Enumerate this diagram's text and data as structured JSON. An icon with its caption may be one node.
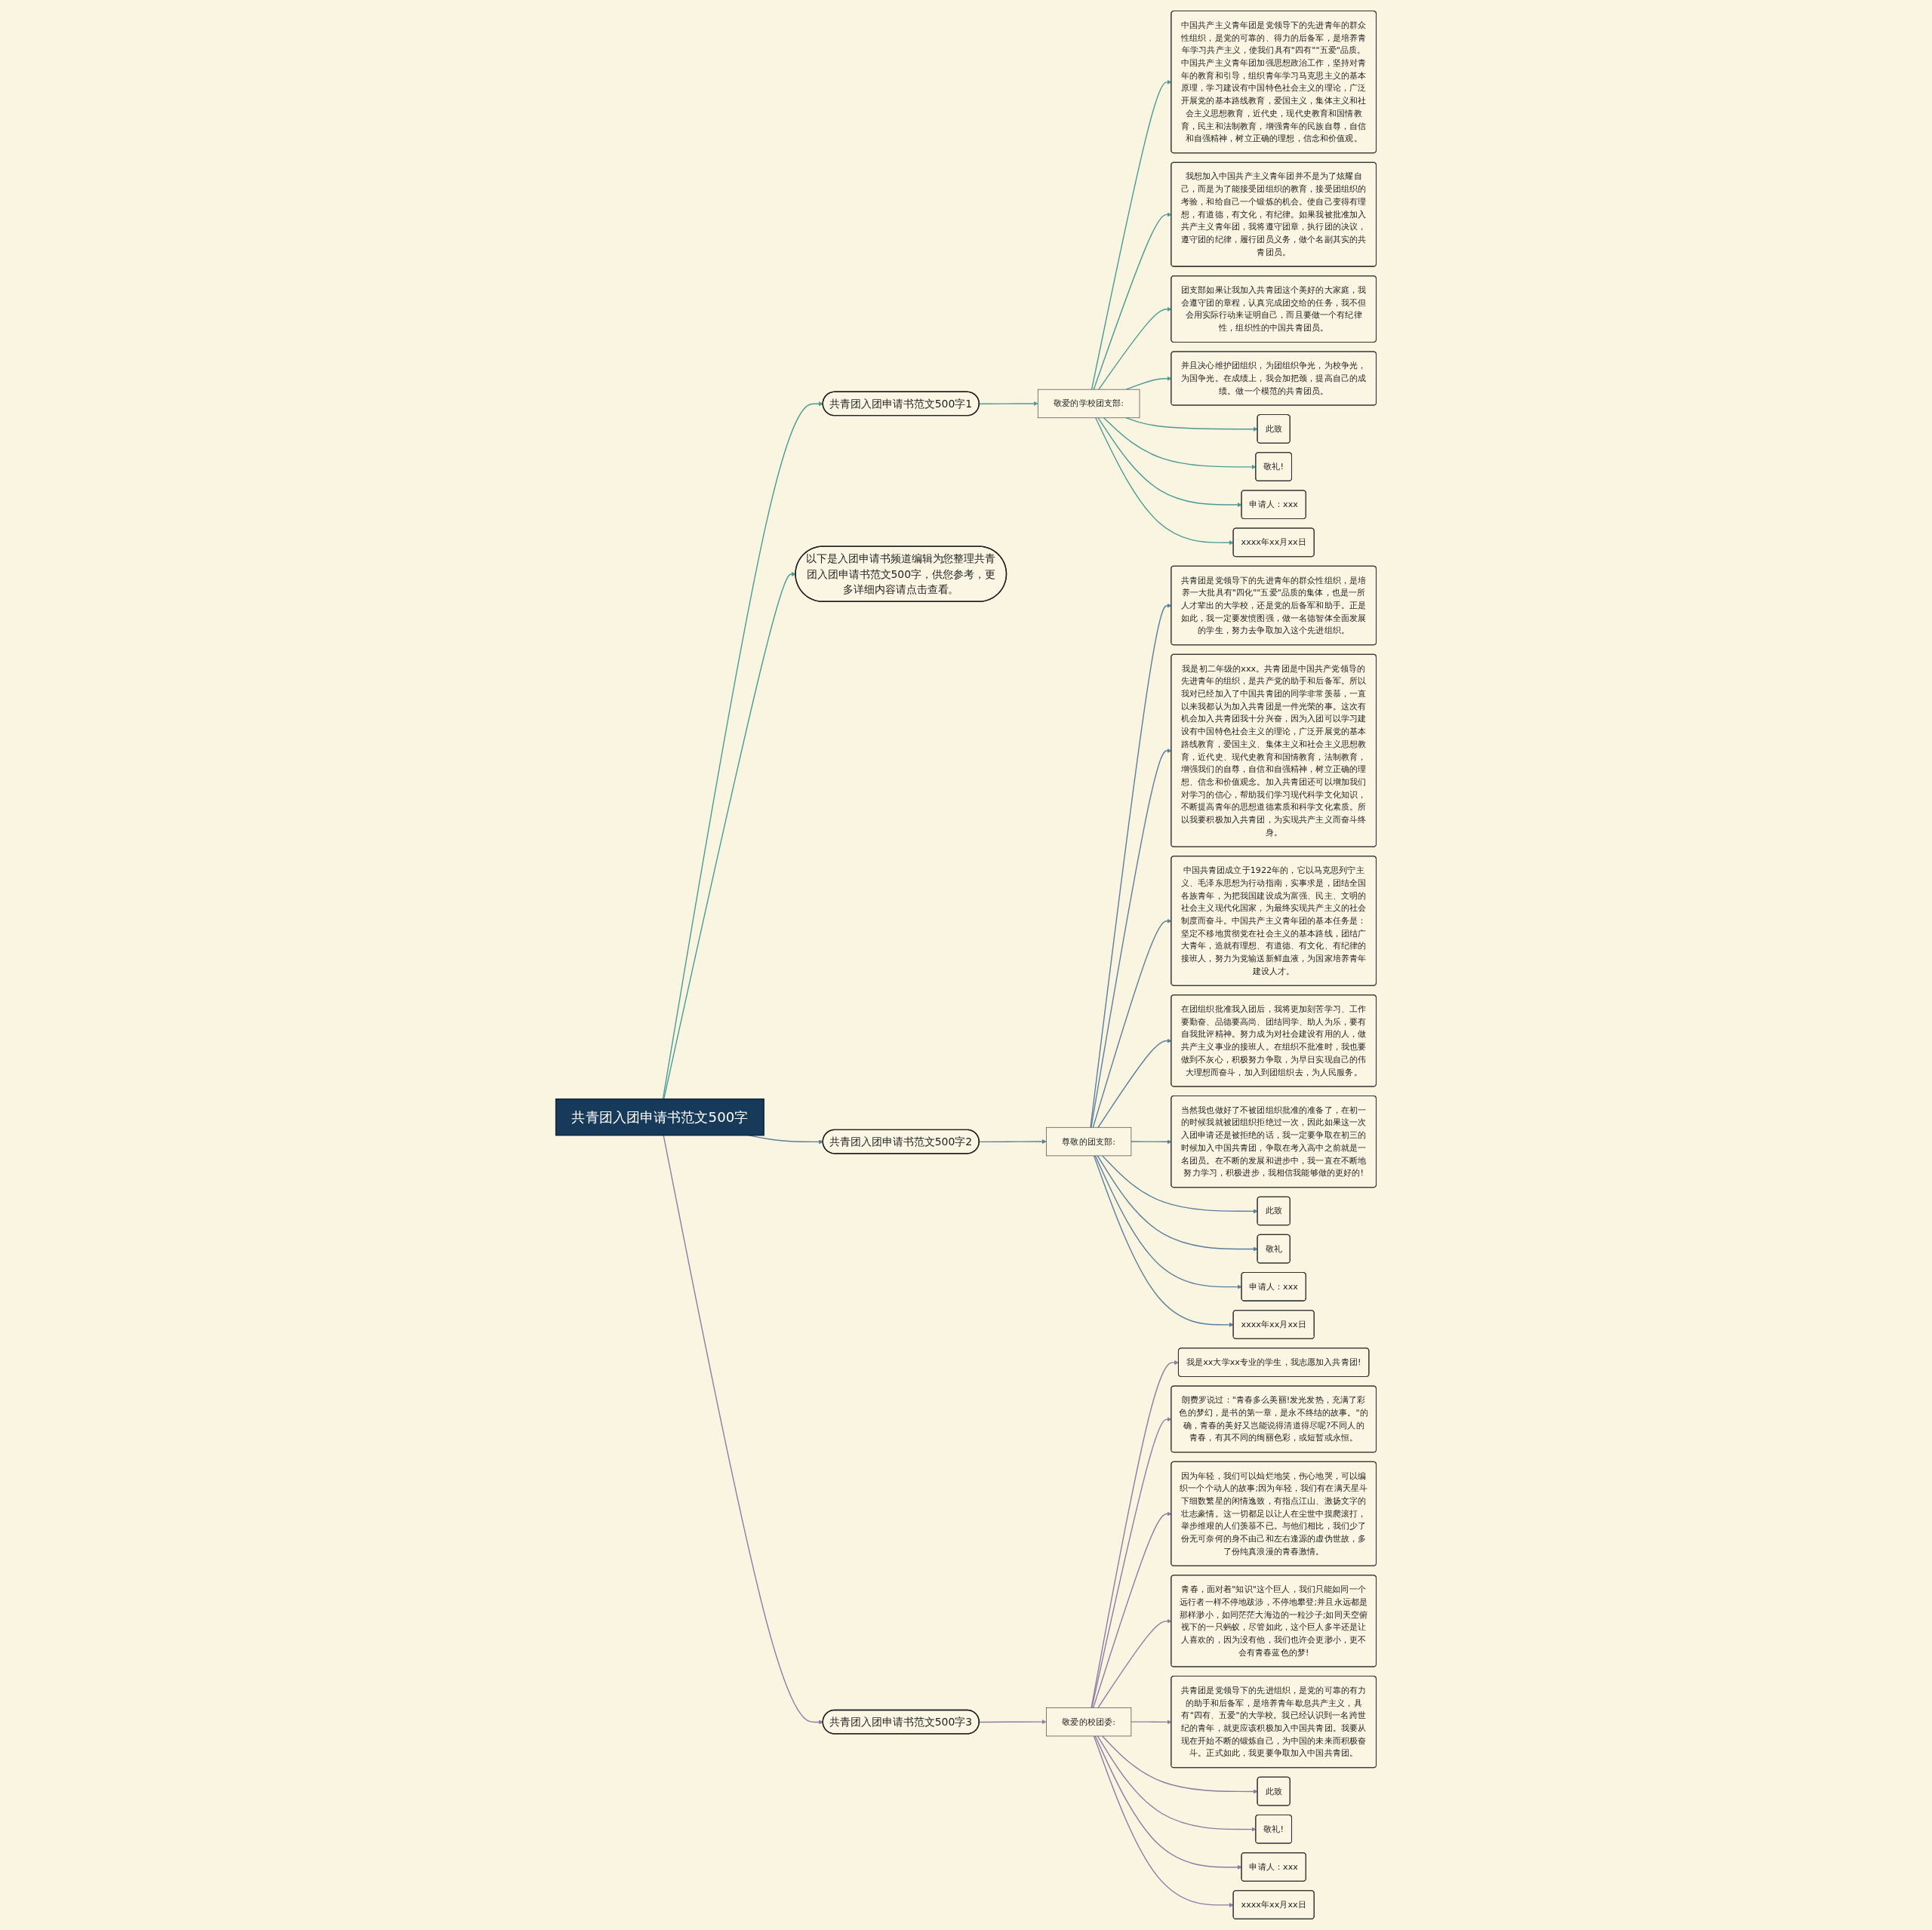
{
  "diagram": {
    "nodes": [
      {
        "text": [
          "共青团入团申请书范文500字"
        ]
      },
      {
        "text": [
          "共青团入团申请书范文500字1"
        ]
      },
      {
        "text": [
          "敬爱的学校团支部:"
        ]
      },
      {
        "text": [
          "中国共产主义青年团是党领导下的先进青年的群众性组织，是党的可靠的、得力的后备军，是培养青年学习共产主义，使我们具有\"四有\"\"五爱\"品质。中国共产主义青年团加强思想政治工作，坚持对青年的教育和引导，组织青年学习马克思主义的基本原理，学习建设有中国特色社会主义的理论，广泛开展党的基本路线教育，爱国主义，集体主义和社会主义思想教育，近代史，现代史教育和国情教育，民主和法制教育，增强青年的民族自尊，自信和自强精神，树立正确的理想，信念和价值观。"
        ]
      },
      {
        "text": [
          "我想加入中国共产主义青年团并不是为了炫耀自己，而是为了能接受团组织的教育，接受团组织的考验，和给自己一个锻炼的机会。使自己变得有理想，有道德，有文化，有纪律。如果我被批准加入共产主义青年团，我将遵守团章，执行团的决议，遵守团的纪律，履行团员义务，做个名副其实的共青团员。"
        ]
      },
      {
        "text": [
          "团支部如果让我加入共青团这个美好的大家庭，我会遵守团的章程，认真完成团交给的任务，我不但会用实际行动来证明自己，而且要做一个有纪律性，组织性的中国共青团员。"
        ]
      },
      {
        "text": [
          "并且决心维护团组织，为团组织争光，为校争光，为国争光。在成绩上，我会加把颈，提高自己的成绩。做一个模范的共青团员。"
        ]
      },
      {
        "text": [
          "此致"
        ]
      },
      {
        "text": [
          "敬礼!"
        ]
      },
      {
        "text": [
          "申请人：xxx"
        ]
      },
      {
        "text": [
          "xxxx年xx月xx日"
        ]
      },
      {
        "text": [
          "以下是入团申请书频道编辑为您整理共青团入团申请书范文500字，供您参考，更多详细内容请点击查看。"
        ]
      },
      {
        "text": [
          "共青团入团申请书范文500字2"
        ]
      },
      {
        "text": [
          "尊敬的团支部:"
        ]
      },
      {
        "text": [
          "共青团是党领导下的先进青年的群众性组织，是培养一大批具有\"四化\"\"五爱\"品质的集体，也是一所人才辈出的大学校，还是党的后备军和助手。正是如此，我一定要发愤图强，做一名德智体全面发展的学生，努力去争取加入这个先进组织。"
        ]
      },
      {
        "text": [
          "我是初二年级的xxx。共青团是中国共产党领导的先进青年的组织，是共产党的助手和后备军。所以我对已经加入了中国共青团的同学非常羡慕，一直以来我都认为加入共青团是一件光荣的事。这次有机会加入共青团我十分兴奋，因为入团可以学习建设有中国特色社会主义的理论，广泛开展党的基本路线教育，爱国主义、集体主义和社会主义思想教育，近代史、现代史教育和国情教育，法制教育，增强我们的自尊，自信和自强精神，树立正确的理想、信念和价值观念。加入共青团还可以增加我们对学习的信心，帮助我们学习现代科学文化知识，不断提高青年的思想道德素质和科学文化素质。所以我要积极加入共青团，为实现共产主义而奋斗终身。"
        ]
      },
      {
        "text": [
          "中国共青团成立于1922年的，它以马克思列宁主义、毛泽东思想为行动指南，实事求是，团结全国各族青年，为把我国建设成为富强、民主、文明的社会主义现代化国家，为最终实现共产主义的社会制度而奋斗。中国共产主义青年团的基本任务是：坚定不移地贯彻党在社会主义的基本路线，团结广大青年，造就有理想、有道德、有文化、有纪律的接班人，努力为党输送新鲜血液，为国家培养青年建设人才。"
        ]
      },
      {
        "text": [
          "在团组织批准我入团后，我将更加刻苦学习、工作要勤奋、品德要高尚、团结同学、助人为乐，要有自我批评精神。努力成为对社会建设有用的人，做共产主义事业的接班人。在组织不批准时，我也要做到不灰心，积极努力争取，为早日实现自己的伟大理想而奋斗，加入到团组织去，为人民服务。"
        ]
      },
      {
        "text": [
          "当然我也做好了不被团组织批准的准备了，在初一的时候我就被团组织拒绝过一次，因此如果这一次入团申请还是被拒绝的话，我一定要争取在初三的时候加入中国共青团，争取在考入高中之前就是一名团员。在不断的发展和进步中，我一直在不断地努力学习，积极进步，我相信我能够做的更好的!"
        ]
      },
      {
        "text": [
          "此致"
        ]
      },
      {
        "text": [
          "敬礼"
        ]
      },
      {
        "text": [
          "申请人：xxx"
        ]
      },
      {
        "text": [
          "xxxx年xx月xx日"
        ]
      },
      {
        "text": [
          "共青团入团申请书范文500字3"
        ]
      },
      {
        "text": [
          "敬爱的校团委:"
        ]
      },
      {
        "text": [
          "我是xx大学xx专业的学生，我志愿加入共青团!"
        ]
      },
      {
        "text": [
          "朗费罗说过：\"青春多么美丽!发光发热，充满了彩色的梦幻，是书的第一章，是永不终结的故事。\"的确，青春的美好又岂能说得清道得尽呢?不同人的青春，有其不同的绚丽色彩，或短暂或永恒。"
        ]
      },
      {
        "text": [
          "因为年轻，我们可以灿烂地笑，伤心地哭，可以编织一个个动人的故事;因为年轻，我们有在满天星斗下细数繁星的闲情逸致，有指点江山、激扬文字的壮志豪情。这一切都足以让人在尘世中摸爬滚打，举步维艰的人们羡慕不已。与他们相比，我们少了份无可奈何的身不由己和左右逢源的虚伪世故，多了份纯真浪漫的青春激情。"
        ]
      },
      {
        "text": [
          "青春，面对着\"知识\"这个巨人，我们只能如同一个远行者一样不停地跋涉，不停地攀登;并且永远都是那样渺小，如同茫茫大海边的一粒沙子;如同天空俯视下的一只蚂蚁，尽管如此，这个巨人多半还是让人喜欢的，因为没有他，我们也许会更渺小，更不会有青春蓝色的梦!"
        ]
      },
      {
        "text": [
          "共青团是党领导下的先进组织，是党的可靠的有力的助手和后备军，是培养青年歇息共产主义，具有\"四有、五爱\"的大学校。我已经认识到一名跨世纪的青年，就更应该积极加入中国共青团。我要从现在开始不断的锻炼自己，为中国的未来而积极奋斗。正式如此，我更要争取加入中国共青团。"
        ]
      },
      {
        "text": [
          "此致"
        ]
      },
      {
        "text": [
          "敬礼!"
        ]
      },
      {
        "text": [
          "申请人：xxx"
        ]
      },
      {
        "text": [
          "xxxx年xx月xx日"
        ]
      }
    ],
    "edges": [
      {
        "from": 0,
        "to": 1,
        "arrow": "to",
        "color": "#4a9a96"
      },
      {
        "from": 1,
        "to": 2,
        "arrow": "to",
        "color": "#4a9a96"
      },
      {
        "from": 2,
        "to": 3,
        "arrow": "to",
        "color": "#4a9a96"
      },
      {
        "from": 2,
        "to": 4,
        "arrow": "to",
        "color": "#4a9a96"
      },
      {
        "from": 2,
        "to": 5,
        "arrow": "to",
        "color": "#4a9a96"
      },
      {
        "from": 2,
        "to": 6,
        "arrow": "to",
        "color": "#4a9a96"
      },
      {
        "from": 2,
        "to": 7,
        "arrow": "to",
        "color": "#4a9a96"
      },
      {
        "from": 2,
        "to": 8,
        "arrow": "to",
        "color": "#4a9a96"
      },
      {
        "from": 2,
        "to": 9,
        "arrow": "to",
        "color": "#4a9a96"
      },
      {
        "from": 2,
        "to": 10,
        "arrow": "to",
        "color": "#4a9a96"
      },
      {
        "from": 0,
        "to": 11,
        "arrow": "to",
        "color": "#4a9a96"
      },
      {
        "from": 0,
        "to": 12,
        "arrow": "to",
        "color": "#5a7f9e"
      },
      {
        "from": 12,
        "to": 13,
        "arrow": "to",
        "color": "#5a7f9e"
      },
      {
        "from": 13,
        "to": 14,
        "arrow": "to",
        "color": "#5a7f9e"
      },
      {
        "from": 13,
        "to": 15,
        "arrow": "to",
        "color": "#5a7f9e"
      },
      {
        "from": 13,
        "to": 16,
        "arrow": "to",
        "color": "#5a7f9e"
      },
      {
        "from": 13,
        "to": 17,
        "arrow": "to",
        "color": "#5a7f9e"
      },
      {
        "from": 13,
        "to": 18,
        "arrow": "to",
        "color": "#5a7f9e"
      },
      {
        "from": 13,
        "to": 19,
        "arrow": "to",
        "color": "#5a7f9e"
      },
      {
        "from": 13,
        "to": 20,
        "arrow": "to",
        "color": "#5a7f9e"
      },
      {
        "from": 13,
        "to": 21,
        "arrow": "to",
        "color": "#5a7f9e"
      },
      {
        "from": 13,
        "to": 22,
        "arrow": "to",
        "color": "#5a7f9e"
      },
      {
        "from": 0,
        "to": 23,
        "arrow": "to",
        "color": "#8e7aa6"
      },
      {
        "from": 23,
        "to": 24,
        "arrow": "to",
        "color": "#8e7aa6"
      },
      {
        "from": 24,
        "to": 25,
        "arrow": "to",
        "color": "#8e7aa6"
      },
      {
        "from": 24,
        "to": 26,
        "arrow": "to",
        "color": "#8e7aa6"
      },
      {
        "from": 24,
        "to": 27,
        "arrow": "to",
        "color": "#8e7aa6"
      },
      {
        "from": 24,
        "to": 28,
        "arrow": "to",
        "color": "#8e7aa6"
      },
      {
        "from": 24,
        "to": 29,
        "arrow": "to",
        "color": "#8e7aa6"
      },
      {
        "from": 24,
        "to": 30,
        "arrow": "to",
        "color": "#8e7aa6"
      },
      {
        "from": 24,
        "to": 31,
        "arrow": "to",
        "color": "#8e7aa6"
      },
      {
        "from": 24,
        "to": 32,
        "arrow": "to",
        "color": "#8e7aa6"
      },
      {
        "from": 24,
        "to": 33,
        "arrow": "to",
        "color": "#8e7aa6"
      }
    ]
  }
}
